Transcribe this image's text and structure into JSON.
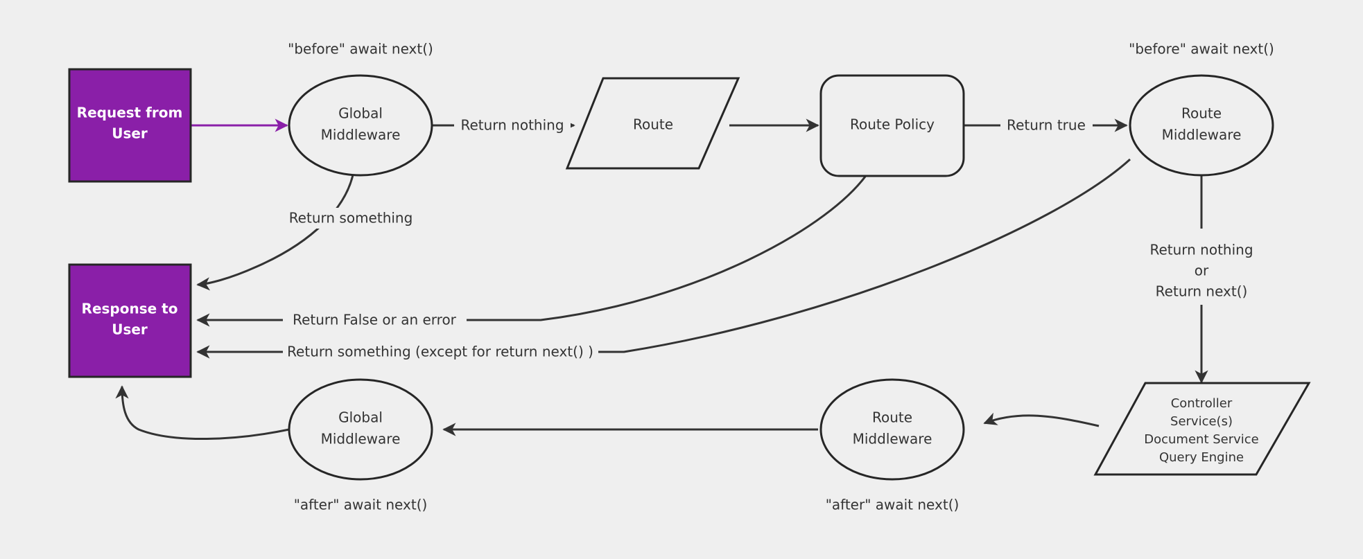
{
  "diagram": {
    "title": "Request / Response middleware lifecycle flowchart",
    "background_color": "#efefef",
    "accent_color": "#8A1FA8",
    "line_color": "#333333",
    "nodes": {
      "request_from_user": {
        "label_line1": "Request from",
        "label_line2": "User",
        "shape": "rectangle",
        "fill": "#8A1FA8"
      },
      "response_to_user": {
        "label_line1": "Response to",
        "label_line2": "User",
        "shape": "rectangle",
        "fill": "#8A1FA8"
      },
      "global_middleware_top": {
        "label_line1": "Global",
        "label_line2": "Middleware",
        "shape": "ellipse"
      },
      "route": {
        "label": "Route",
        "shape": "parallelogram"
      },
      "route_policy": {
        "label": "Route Policy",
        "shape": "rounded-rectangle"
      },
      "route_middleware_top": {
        "label_line1": "Route",
        "label_line2": "Middleware",
        "shape": "ellipse"
      },
      "controller": {
        "shape": "parallelogram",
        "lines": [
          "Controller",
          "Service(s)",
          "Document Service",
          "Query Engine"
        ]
      },
      "route_middleware_bottom": {
        "label_line1": "Route",
        "label_line2": "Middleware",
        "shape": "ellipse"
      },
      "global_middleware_bottom": {
        "label_line1": "Global",
        "label_line2": "Middleware",
        "shape": "ellipse"
      }
    },
    "annotations": {
      "before_await_next_global": "\"before\" await next()",
      "before_await_next_route": "\"before\" await next()",
      "after_await_next_global": "\"after\" await next()",
      "after_await_next_route": "\"after\" await next()"
    },
    "edge_labels": {
      "return_nothing": "Return nothing",
      "return_true": "Return true",
      "return_something": "Return something",
      "return_false_or_error": "Return False or an error",
      "return_something_except": "Return something (except for return next() )",
      "return_nothing_or_next_line1": "Return nothing",
      "return_nothing_or_next_line2": "or",
      "return_nothing_or_next_line3": "Return next()"
    }
  }
}
